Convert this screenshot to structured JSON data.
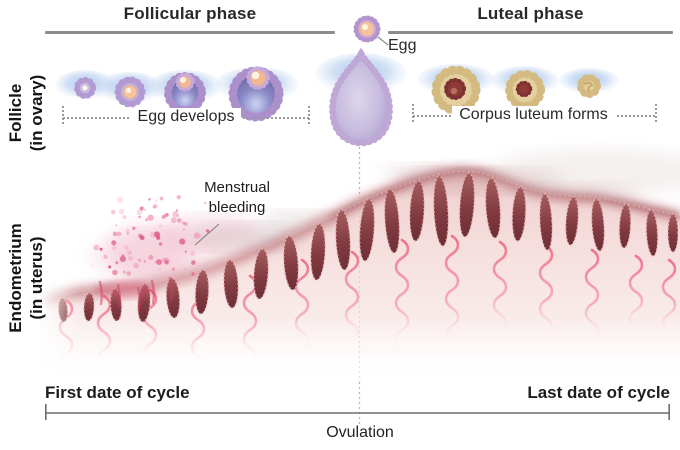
{
  "phases": {
    "follicular": "Follicular phase",
    "luteal": "Luteal phase"
  },
  "axis_labels": {
    "follicle_title": "Follicle",
    "follicle_subtitle": "(in ovary)",
    "endometrium_title": "Endometrium",
    "endometrium_subtitle": "(in uterus)"
  },
  "annotations": {
    "egg": "Egg",
    "egg_develops": "Egg develops",
    "corpus_luteum_forms": "Corpus luteum forms",
    "menstrual_bleeding_line1": "Menstrual",
    "menstrual_bleeding_line2": "bleeding"
  },
  "timeline": {
    "start": "First date of cycle",
    "end": "Last date of cycle",
    "midpoint": "Ovulation"
  },
  "illustrations": {
    "follicle_stages": [
      "primordial-follicle",
      "growing-follicle",
      "antral-follicle",
      "mature-follicle"
    ],
    "ovulation_follicle": "ruptured-follicle-releasing-egg",
    "corpus_luteum_stages": [
      "corpus-luteum-early",
      "corpus-luteum-mid",
      "corpus-luteum-regressing"
    ],
    "endometrium": "endometrial-lining-thickening-across-cycle",
    "menstrual_bleeding": "menstrual-bleeding-particles",
    "ovulation_guide": "dotted-vertical-ovulation-line"
  },
  "colors": {
    "header_text": "#282828",
    "divider_gray": "#8c8c8c",
    "dotted_guides": "#9a9a9a",
    "follicle_purple": "#b49ad2",
    "antrum_violet": "#63619e",
    "egg_peach": "#f6c49c",
    "ovary_wash_blue": "#a8c4ec",
    "corpus_luteum_tan": "#e4d09e",
    "corpus_luteum_core": "#8e3b38",
    "endometrium_pink": "#f2d7d6",
    "crypt_maroon": "#8c4045",
    "vessel_pink": "#f2708a",
    "bleeding_pink": "#e75c8a"
  }
}
